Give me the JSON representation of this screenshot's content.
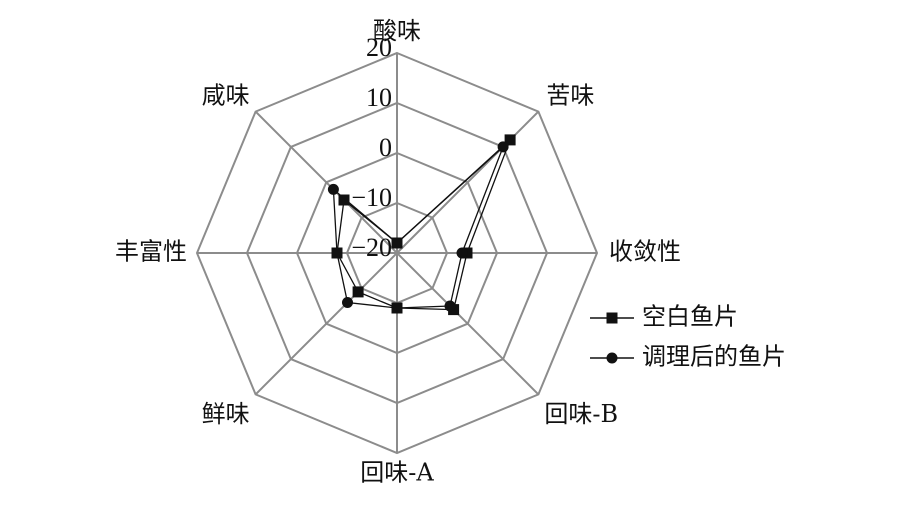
{
  "chart_data": {
    "type": "radar",
    "title": "",
    "axes": [
      "酸味",
      "苦味",
      "收敛性",
      "回味-B",
      "回味-A",
      "鲜味",
      "丰富性",
      "咸味"
    ],
    "rlim": [
      -20,
      20
    ],
    "ticks": [
      20,
      10,
      0,
      -10,
      -20
    ],
    "tick_labels": [
      "20",
      "10",
      "0",
      "−10",
      "−20"
    ],
    "grid": true,
    "legend_position": "right",
    "series": [
      {
        "name": "空白鱼片",
        "marker": "square",
        "values": [
          -18,
          12,
          -6,
          -4,
          -9,
          -9,
          -8,
          -5
        ]
      },
      {
        "name": "调理后的鱼片",
        "marker": "circle",
        "values": [
          -18,
          10,
          -7,
          -5,
          -9,
          -6,
          -8,
          -2
        ]
      }
    ],
    "colors": {
      "grid": "#8c8c8c",
      "series": "#111111"
    }
  }
}
